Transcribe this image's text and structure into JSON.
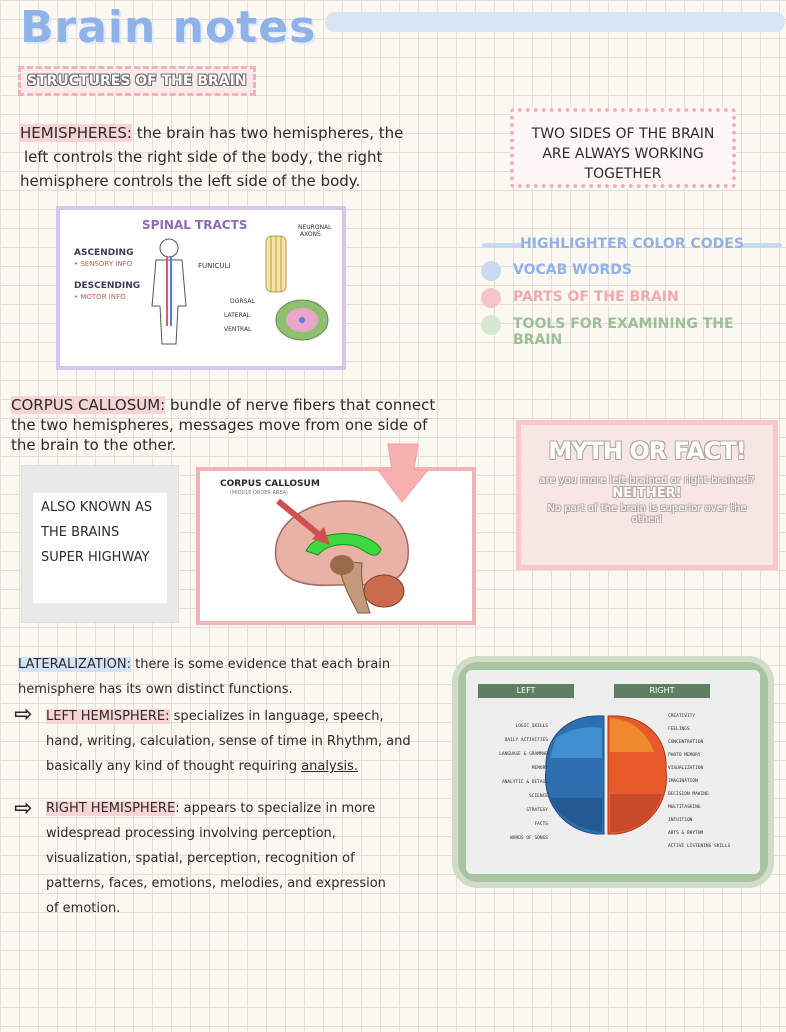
{
  "header": {
    "title": "Brain notes"
  },
  "section_tag": "STRUCTURES OF THE BRAIN",
  "hemispheres": {
    "term": "HEMISPHERES:",
    "line1": " the brain has two hemispheres, the",
    "line2": "left controls the right side of the body, the right",
    "line3": "hemisphere controls the left side of the body."
  },
  "two_sides_box": {
    "line1": "TWO SIDES OF THE BRAIN",
    "line2": "ARE ALWAYS WORKING",
    "line3": "TOGETHER"
  },
  "spinal_figure": {
    "title": "SPINAL TRACTS",
    "ascending": "ASCENDING",
    "ascending_sub": "• SENSORY INFO",
    "descending": "DESCENDING",
    "descending_sub": "• MOTOR INFO",
    "funiculi": "FUNICULI",
    "neuronal": "NEURONAL",
    "axons": "AXONS",
    "dorsal": "DORSAL",
    "lateral": "LATERAL",
    "ventral": "VENTRAL"
  },
  "legend": {
    "title": "HIGHLIGHTER COLOR CODES",
    "items": [
      {
        "label": "VOCAB WORDS",
        "color": "#c9d9f2",
        "text_color": "#8fb3e8"
      },
      {
        "label": "PARTS OF THE BRAIN",
        "color": "#f6c6c6",
        "text_color": "#f2a9a9"
      },
      {
        "label": "TOOLS FOR EXAMINING THE BRAIN",
        "color": "#d5e6d1",
        "text_color": "#9cc098"
      }
    ]
  },
  "corpus": {
    "term": "CORPUS CALLOSUM:",
    "line1": " bundle of nerve fibers that connect",
    "line2": "the two hemispheres, messages move from one side of",
    "line3": "the brain to the other."
  },
  "note_card": {
    "line1": "ALSO KNOWN AS",
    "line2": "THE BRAINS",
    "line3": "SUPER HIGHWAY"
  },
  "corpus_figure": {
    "title": "CORPUS CALLOSUM",
    "subtitle": "(MIDDLE ORDER AREA)"
  },
  "myth": {
    "title": "MYTH OR FACT!",
    "question": "are you more left-brained or right-brained?",
    "answer": "NEITHER!",
    "explain1": "No part of the brain is superior over the",
    "explain2": "other!"
  },
  "lateralization": {
    "term": "LATERALIZATION:",
    "line1": " there is some evidence that each brain",
    "line2": "hemisphere has its own distinct functions."
  },
  "left_hemi": {
    "term": "LEFT HEMISPHERE:",
    "line1": " specializes in language, speech,",
    "line2": "hand, writing, calculation, sense of time in Rhythm, and",
    "line3_pre": "basically any kind of thought requiring ",
    "line3_link": "analysis."
  },
  "right_hemi": {
    "term": "RIGHT HEMISPHERE",
    "line1": ": appears to specialize in more",
    "line2": "widespread processing involving perception,",
    "line3": "visualization, spatial, perception, recognition of",
    "line4": "patterns, faces, emotions, melodies, and expression",
    "line5": "of emotion."
  },
  "lr_figure": {
    "left_header": "LEFT",
    "right_header": "RIGHT",
    "left_items": [
      "LOGIC SKILLS",
      "DAILY ACTIVITIES",
      "LANGUAGE & GRAMMAR",
      "MEMORY",
      "ANALYTIC & DETAIL",
      "SCIENCE",
      "STRATEGY",
      "FACTS",
      "WORDS OF SONGS"
    ],
    "right_items": [
      "CREATIVITY",
      "FEELINGS",
      "CONCENTRATION",
      "PHOTO MEMORY",
      "VISUALIZATION",
      "IMAGINATION",
      "DECISION MAKING",
      "MULTITASKING",
      "INTUITION",
      "ARTS & RHYTHM",
      "ACTIVE LISTENING SKILLS"
    ]
  }
}
